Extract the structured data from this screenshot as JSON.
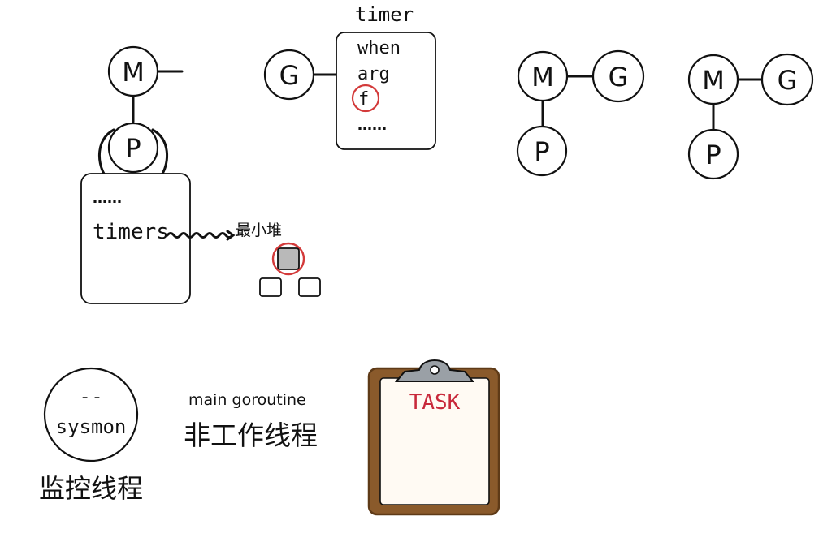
{
  "node_labels": {
    "m": "M",
    "p": "P",
    "g": "G"
  },
  "timer_struct": {
    "title": "timer",
    "fields": [
      "when",
      "arg",
      "f",
      "……"
    ]
  },
  "p_local_box": {
    "ellipsis": "……",
    "timers_label": "timers",
    "heap_label": "最小堆"
  },
  "sysmon": {
    "face": "- -",
    "name": "sysmon",
    "caption": "监控线程"
  },
  "main_goroutine": {
    "label": "main goroutine",
    "caption": "非工作线程"
  },
  "clipboard": {
    "title": "TASK",
    "colors": {
      "frame": "#8a5a2b",
      "frame_dark": "#5e3a17",
      "paper": "#fffaf3",
      "clip": "#9aa0a6",
      "title": "#c8283a"
    }
  },
  "colors": {
    "ink": "#111111",
    "highlight_red": "#d33a3a",
    "heap_fill": "#b9b9b9"
  }
}
